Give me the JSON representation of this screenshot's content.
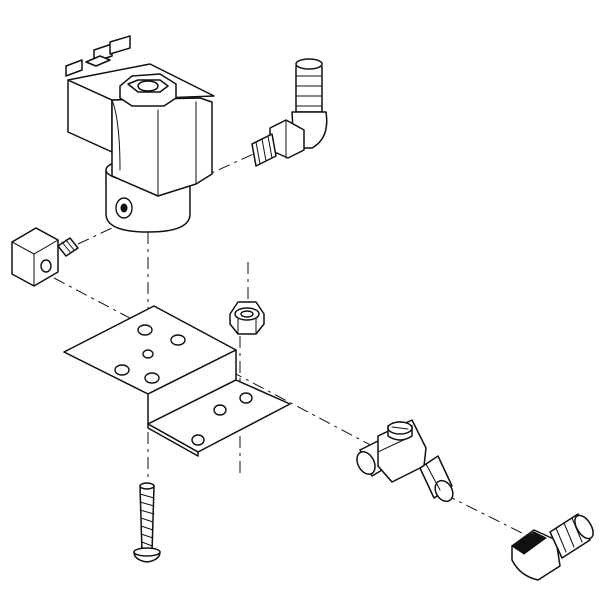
{
  "diagram": {
    "type": "exploded-assembly",
    "colors": {
      "line": "#111111",
      "background": "#ffffff"
    },
    "parts": [
      {
        "id": "solenoid-valve",
        "icon": "solenoid-valve-icon"
      },
      {
        "id": "hose-barb-elbow-top",
        "icon": "hose-barb-elbow-icon"
      },
      {
        "id": "square-nut-fitting",
        "icon": "square-nut-icon"
      },
      {
        "id": "hex-nut",
        "icon": "hex-nut-icon"
      },
      {
        "id": "mounting-bracket",
        "icon": "bracket-icon"
      },
      {
        "id": "tee-valve",
        "icon": "tee-valve-icon"
      },
      {
        "id": "elbow-fitting-bottom",
        "icon": "elbow-fitting-icon"
      },
      {
        "id": "mounting-screw",
        "icon": "screw-icon"
      }
    ]
  }
}
